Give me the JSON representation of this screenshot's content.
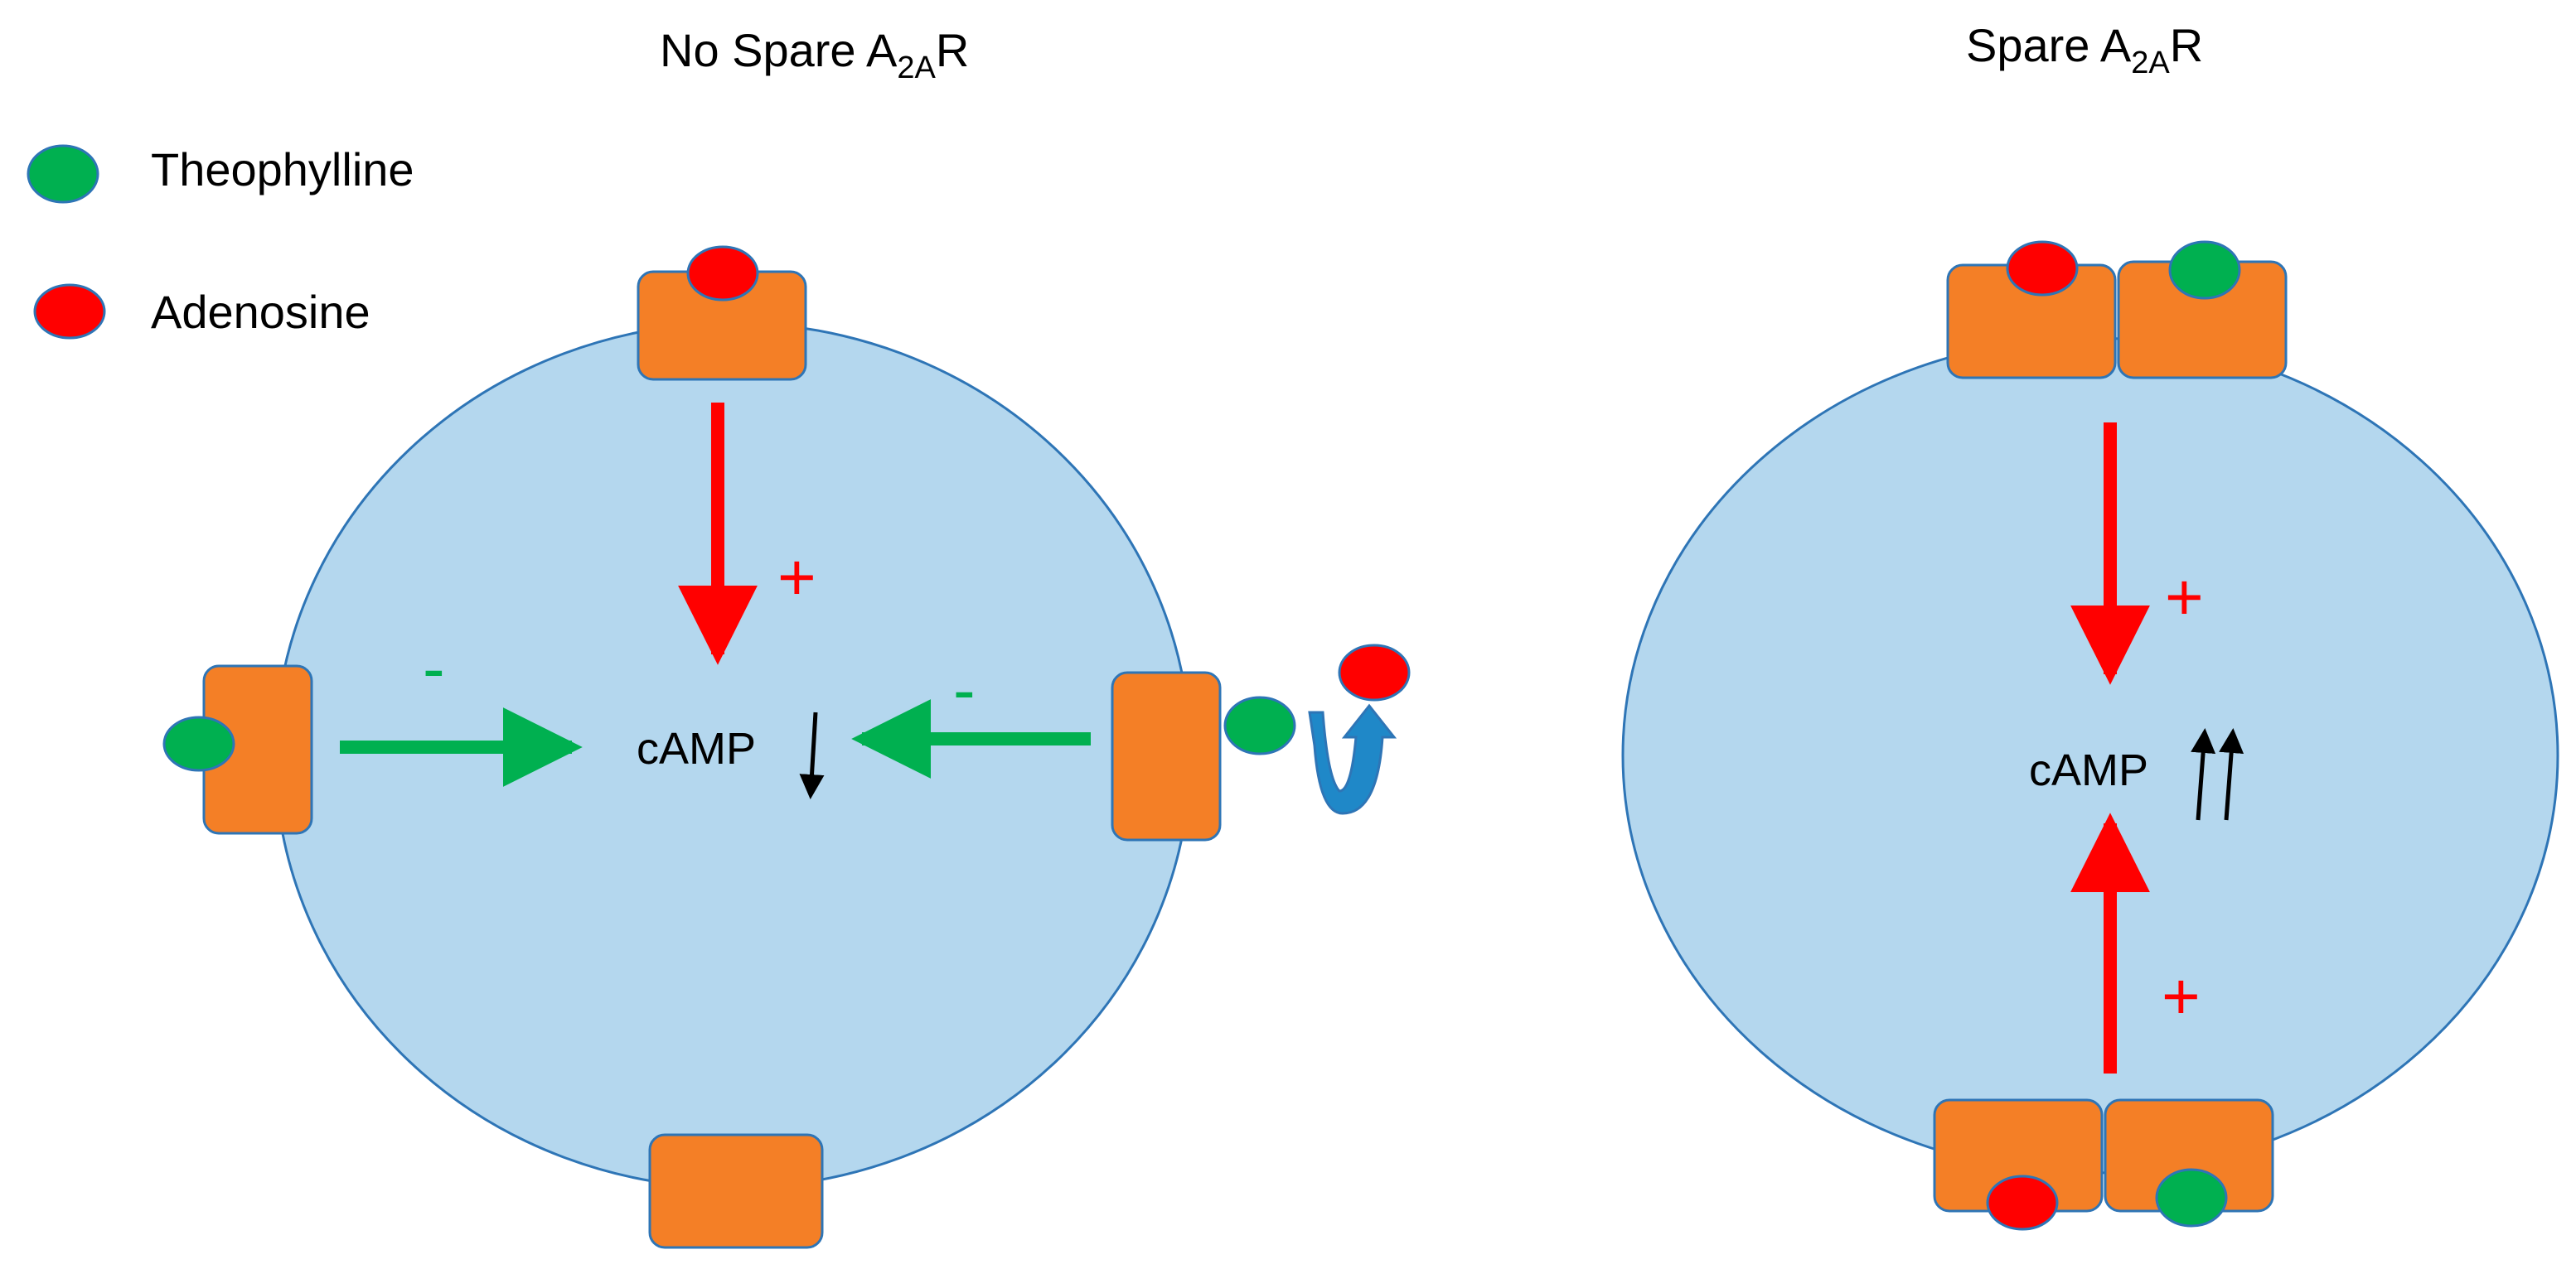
{
  "panels": {
    "left": {
      "title_main": "No Spare A",
      "title_sub": "2A",
      "title_tail": "R"
    },
    "right": {
      "title_main": "Spare A",
      "title_sub": "2A",
      "title_tail": "R"
    }
  },
  "legend": {
    "theophylline": {
      "label": "Theophylline",
      "color": "#00B050"
    },
    "adenosine": {
      "label": "Adenosine",
      "color": "#FF0000"
    }
  },
  "labels": {
    "camp": "cAMP",
    "plus": "+",
    "minus": "-"
  },
  "colors": {
    "cell_fill": "#B4D7EE",
    "cell_stroke": "#2E75B6",
    "receptor_fill": "#F47F26",
    "receptor_stroke": "#2E75B6",
    "stimulate_arrow": "#FF0000",
    "inhibit_arrow": "#00B050",
    "recycle_arrow": "#1F88C8",
    "camp_arrow": "#000000"
  }
}
